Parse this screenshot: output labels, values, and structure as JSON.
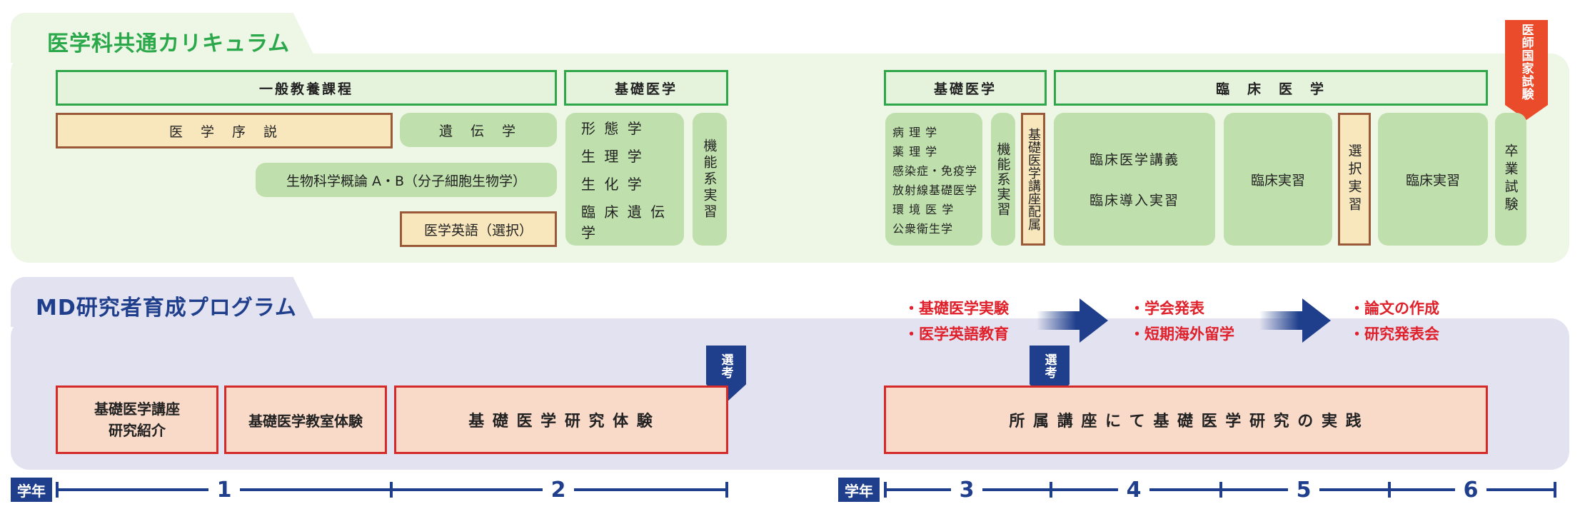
{
  "curriculum": {
    "title": "医学科共通カリキュラム",
    "kokushi": "医師国家試験",
    "headers": {
      "general": "一般教養課程",
      "basic1": "基礎医学",
      "basic2": "基礎医学",
      "clinical": "臨　床　医　学"
    },
    "boxes": {
      "intro": "医　学　序　説",
      "genetics": "遺　伝　学",
      "bioscience": "生物科学概論 A・B（分子細胞生物学）",
      "english": "医学英語（選択）",
      "basic_list": [
        "形 態 学",
        "生 理 学",
        "生 化 学",
        "臨 床 遺 伝 学"
      ],
      "func1": "機能系実習",
      "path_list": [
        "病 理 学",
        "薬 理 学",
        "感染症・免疫学",
        "放射線基礎医学",
        "環 境 医 学",
        "公衆衛生学"
      ],
      "func2": "機能系実習",
      "assign": "基礎医学講座配属",
      "lecture1": "臨床医学講義",
      "lecture2": "臨床導入実習",
      "practice1": "臨床実習",
      "elective": "選択実習",
      "practice2": "臨床実習",
      "grad": "卒業試験"
    }
  },
  "md": {
    "title": "MD研究者育成プログラム",
    "boxes": {
      "intro": "基礎医学講座\n研究紹介",
      "lab": "基礎医学教室体験",
      "research": "基 礎 医 学 研 究 体 験",
      "practice": "所 属 講 座 に て 基 礎 医 学 研 究 の 実 践"
    },
    "senko1": "選考",
    "senko2": "選考",
    "steps": [
      [
        "・基礎医学実験",
        "・医学英語教育"
      ],
      [
        "・学会発表",
        "・短期海外留学"
      ],
      [
        "・論文の作成",
        "・研究発表会"
      ]
    ]
  },
  "timeline": {
    "label1": "学年",
    "label2": "学年",
    "years": [
      "1",
      "2",
      "3",
      "4",
      "5",
      "6"
    ]
  },
  "colors": {
    "green": "#2fa64a",
    "blue": "#1f3f8c",
    "red": "#d42a2a",
    "orange": "#ea4b2a"
  }
}
